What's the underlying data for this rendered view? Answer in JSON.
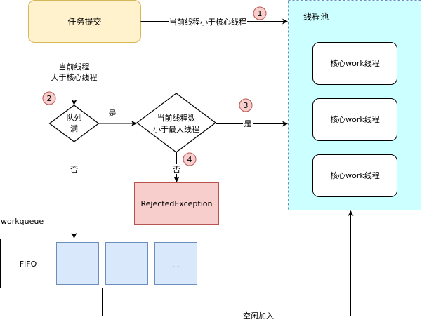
{
  "colors": {
    "task_fill": "#fff2cc",
    "task_stroke": "#d6b656",
    "pool_fill": "#ccffff",
    "pool_stroke": "#6c8ebf",
    "reject_fill": "#f8cecc",
    "reject_stroke": "#b85450",
    "cell_fill": "#dae8fc",
    "cell_stroke": "#6c8ebf",
    "badge_fill": "#f8cecc",
    "badge_stroke": "#b85450"
  },
  "nodes": {
    "task_submit": "任务提交",
    "thread_pool_title": "线程池",
    "core_threads": [
      "核心work线程",
      "核心work线程",
      "核心work线程"
    ],
    "queue_full_line1": "队列",
    "queue_full_line2": "满",
    "max_check_line1": "当前线程数",
    "max_check_line2": "小于最大线程",
    "rejected": "RejectedException",
    "workqueue_label": "workqueue",
    "fifo_label": "FIFO",
    "queue_cells": [
      "",
      "",
      "..."
    ]
  },
  "edges": {
    "less_than_core": "当前线程小于核心线程",
    "greater_than_core_line1": "当前线程",
    "greater_than_core_line2": "大于核心线程",
    "queue_full_yes": "是",
    "queue_full_no": "否",
    "max_yes": "是",
    "max_no": "否",
    "idle_join": "空闲加入"
  },
  "badges": [
    "1",
    "2",
    "3",
    "4"
  ]
}
